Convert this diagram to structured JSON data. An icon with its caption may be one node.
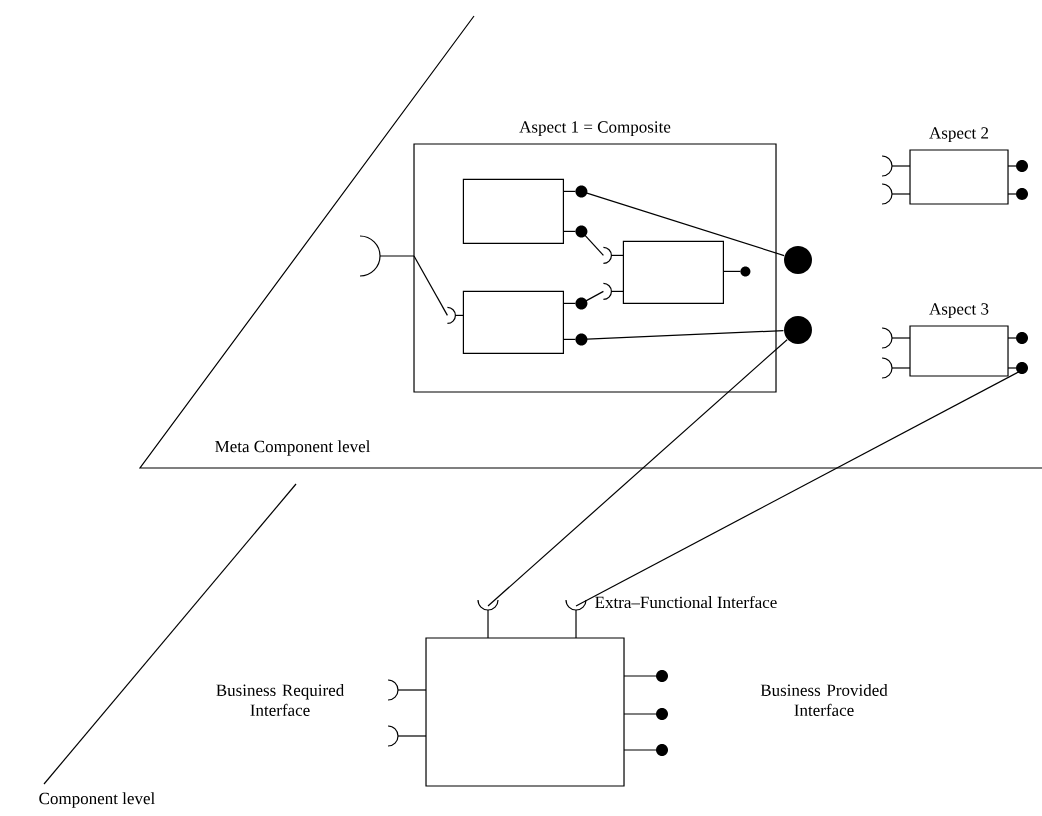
{
  "diagram": {
    "nodes": [
      {
        "text": [
          "Aspect 1 = Composite"
        ]
      },
      {
        "text": [],
        "shape": "box",
        "in": 0
      },
      {
        "text": [],
        "shape": "box",
        "in": 0
      },
      {
        "text": [],
        "shape": "box",
        "in": 0
      },
      {
        "text": [],
        "shape": "circle"
      },
      {
        "text": [],
        "shape": "circle"
      },
      {
        "text": [
          "Aspect 2"
        ]
      },
      {
        "text": [
          "Aspect 3"
        ]
      },
      {
        "text": [],
        "shape": "box"
      }
    ],
    "edges": [
      {
        "from": 0,
        "to": 2,
        "arrow": "none"
      },
      {
        "from": 1,
        "to": 3,
        "arrow": "none"
      },
      {
        "from": 2,
        "to": 3,
        "arrow": "none"
      },
      {
        "from": 1,
        "to": 4,
        "arrow": "none"
      },
      {
        "from": 2,
        "to": 5,
        "arrow": "none"
      },
      {
        "from": 5,
        "to": 8,
        "arrow": "none"
      },
      {
        "from": 7,
        "to": 8,
        "arrow": "none"
      }
    ],
    "labels": [
      "Meta Component level",
      "Extra–Functional Interface",
      "Business Required Interface",
      "Business Provided Interface",
      "Component level"
    ]
  }
}
